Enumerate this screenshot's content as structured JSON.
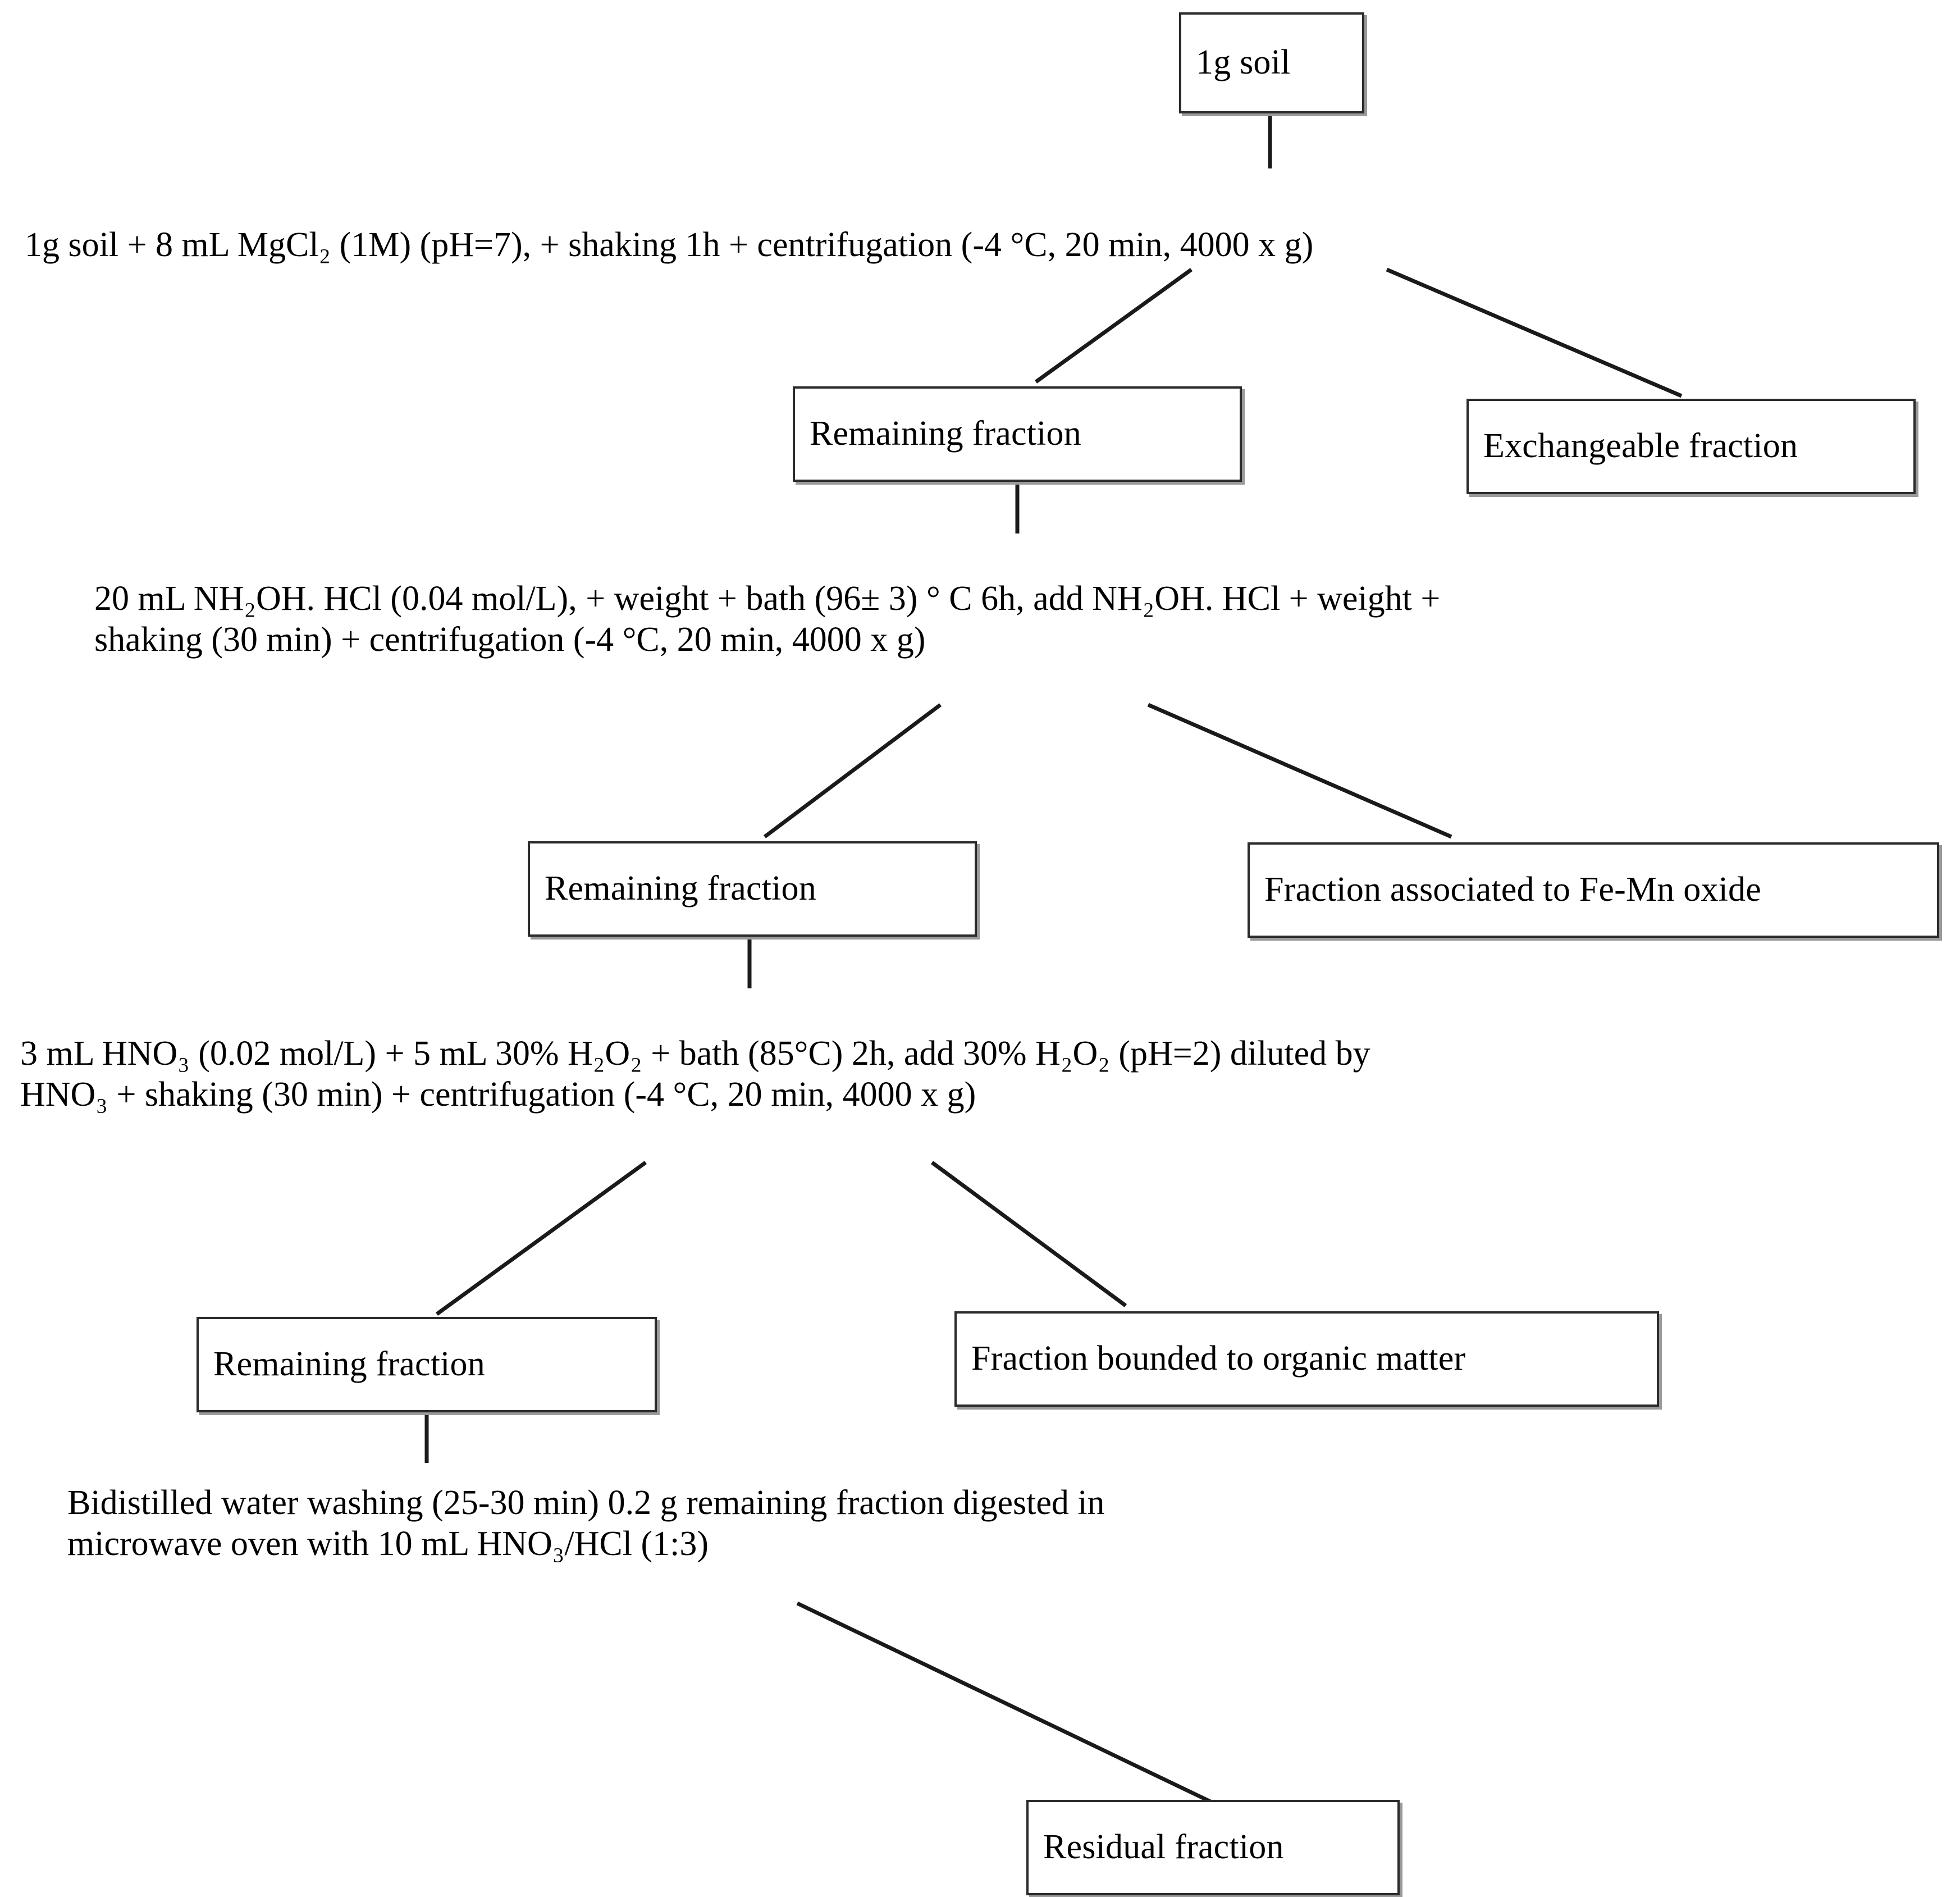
{
  "diagram": {
    "title": "Sequential extraction procedure flowchart",
    "type": "flowchart",
    "stroke_color": "#2b2b2b",
    "shadow_color": "#9a9a9a",
    "background": "#ffffff",
    "nodes": [
      {
        "id": "start",
        "label": "1g soil"
      },
      {
        "id": "remaining1",
        "label": "Remaining fraction"
      },
      {
        "id": "exchangeable",
        "label": "Exchangeable fraction"
      },
      {
        "id": "remaining2",
        "label": "Remaining fraction"
      },
      {
        "id": "femn",
        "label": "Fraction associated to Fe-Mn oxide"
      },
      {
        "id": "remaining3",
        "label": "Remaining fraction"
      },
      {
        "id": "organic",
        "label": "Fraction bounded to organic matter"
      },
      {
        "id": "residual",
        "label": "Residual fraction"
      }
    ],
    "steps": [
      {
        "id": "step1",
        "lines": [
          "1g soil + 8 mL MgCl₂ (1M) (pH=7), + shaking 1h + centrifugation (-4 °C, 20 min, 4000 x g)"
        ]
      },
      {
        "id": "step2",
        "lines": [
          "20 mL NH₂OH. HCl (0.04 mol/L), + weight + bath (96± 3) ° C 6h, add NH₂OH. HCl + weight +",
          "shaking (30 min) + centrifugation (-4 °C, 20 min, 4000 x g)"
        ]
      },
      {
        "id": "step3",
        "lines": [
          "3 mL HNO₃ (0.02 mol/L) + 5 mL 30% H₂O₂ + bath (85°C) 2h, add 30% H₂O₂ (pH=2) diluted by",
          "HNO₃ + shaking (30 min) + centrifugation (-4 °C, 20 min, 4000 x g)"
        ]
      },
      {
        "id": "step4",
        "lines": [
          "Bidistilled water washing (25-30 min) 0.2 g remaining fraction digested in",
          "microwave oven with 10 mL HNO₃/HCl (1:3)"
        ]
      }
    ]
  }
}
